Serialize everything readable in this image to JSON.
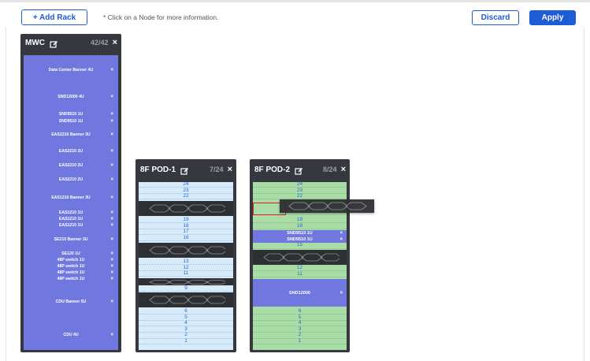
{
  "toolbar": {
    "add_rack_label": "+ Add Rack",
    "hint": "* Click on a Node for more information.",
    "discard_label": "Discard",
    "apply_label": "Apply"
  },
  "colors": {
    "accent": "#1e5bd6",
    "rack_bg": "#35393f",
    "node_purple": "#7078e0",
    "slot_blue": "#d7ebfb",
    "slot_green": "#a9dca7",
    "drop_outline": "#e02020"
  },
  "racks": {
    "mwc": {
      "name": "MWC",
      "count": "42/42",
      "nodes": [
        "Data Center Banner 4U",
        "SND12000 4U",
        "SND9510 1U",
        "SND9510 1U",
        "EAS2210 Banner 3U",
        "EAS2210 2U",
        "EAS2210 2U",
        "EAS2210 2U",
        "EAS1210 Banner 3U",
        "EAS1210 1U",
        "EAS1210 1U",
        "EAS1210 1U",
        "SE210 Banner 3U",
        "SE120 1U",
        "48P switch 1U",
        "48P switch 1U",
        "48P switch 1U",
        "48P switch 1U",
        "CDU Banner 5U",
        "CDU 4U"
      ]
    },
    "pod1": {
      "name": "8F POD-1",
      "count": "7/24",
      "slots": [
        "24",
        "23",
        "22",
        "19",
        "18",
        "17",
        "16",
        "13",
        "12",
        "11",
        "9",
        "6",
        "5",
        "4",
        "3",
        "2",
        "1"
      ]
    },
    "pod2": {
      "name": "8F POD-2",
      "count": "8/24",
      "slots": [
        "24",
        "23",
        "22",
        "19",
        "18",
        "15",
        "12",
        "11",
        "6",
        "5",
        "4",
        "3",
        "2",
        "1"
      ],
      "nodes": [
        "SND9510 1U",
        "SND9510 1U",
        "SND12000"
      ]
    }
  },
  "icons": {
    "close": "×",
    "edit": "edit-icon"
  }
}
